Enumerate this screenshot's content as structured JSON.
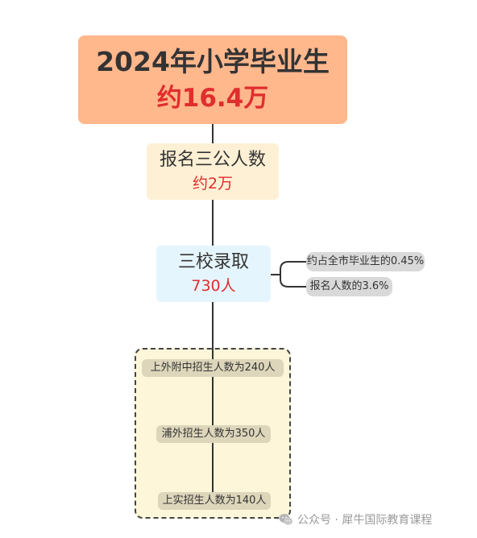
{
  "colors": {
    "main_fill": "#FFB78C",
    "node2_fill": "#FEF0D5",
    "node3_fill": "#E5F5FD",
    "pill_fill": "#D9D9D9",
    "group_fill": "#FEF6D9",
    "leaf_fill": "#DDD6BB",
    "highlight_text": "#E02D2D",
    "connector": "#333333"
  },
  "root": {
    "title": "2024年小学毕业生",
    "value": "约16.4万"
  },
  "applicants": {
    "title": "报名三公人数",
    "value": "约2万"
  },
  "admitted": {
    "title": "三校录取",
    "value": "730人",
    "notes": [
      "约占全市毕业生的0.45%",
      "报名人数的3.6%"
    ]
  },
  "schools": [
    "上外附中招生人数为240人",
    "浦外招生人数为350人",
    "上实招生人数为140人"
  ],
  "watermark": {
    "icon": "wechat-icon",
    "text": "公众号 · 犀牛国际教育课程"
  }
}
